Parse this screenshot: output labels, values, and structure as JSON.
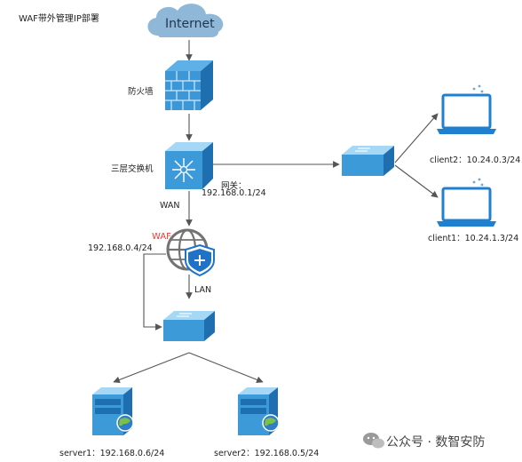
{
  "title": "WAF带外管理IP部署",
  "nodes": {
    "internet": "Internet",
    "firewall": "防火墙",
    "core_switch": "三层交换机",
    "waf": "WAF",
    "client2": "client2：10.24.0.3/24",
    "client1": "client1：10.24.1.3/24",
    "server1": "server1：192.168.0.6/24",
    "server2": "server2：192.168.0.5/24"
  },
  "edge_labels": {
    "gateway_title": "网关：",
    "gateway_ip": "192.168.0.1/24",
    "wan": "WAN",
    "lan": "LAN",
    "mgmt_ip": "192.168.0.4/24"
  },
  "watermark": "公众号 · 数智安防",
  "colors": {
    "cloud": "#8fb8d8",
    "device": "#3c9ad8",
    "device_light": "#a6d8f5",
    "firewall": "#3d97d6",
    "waf_globe": "#737373",
    "waf_shield": "#1f73c6",
    "waf_label": "#e0413a",
    "line": "#555555"
  }
}
